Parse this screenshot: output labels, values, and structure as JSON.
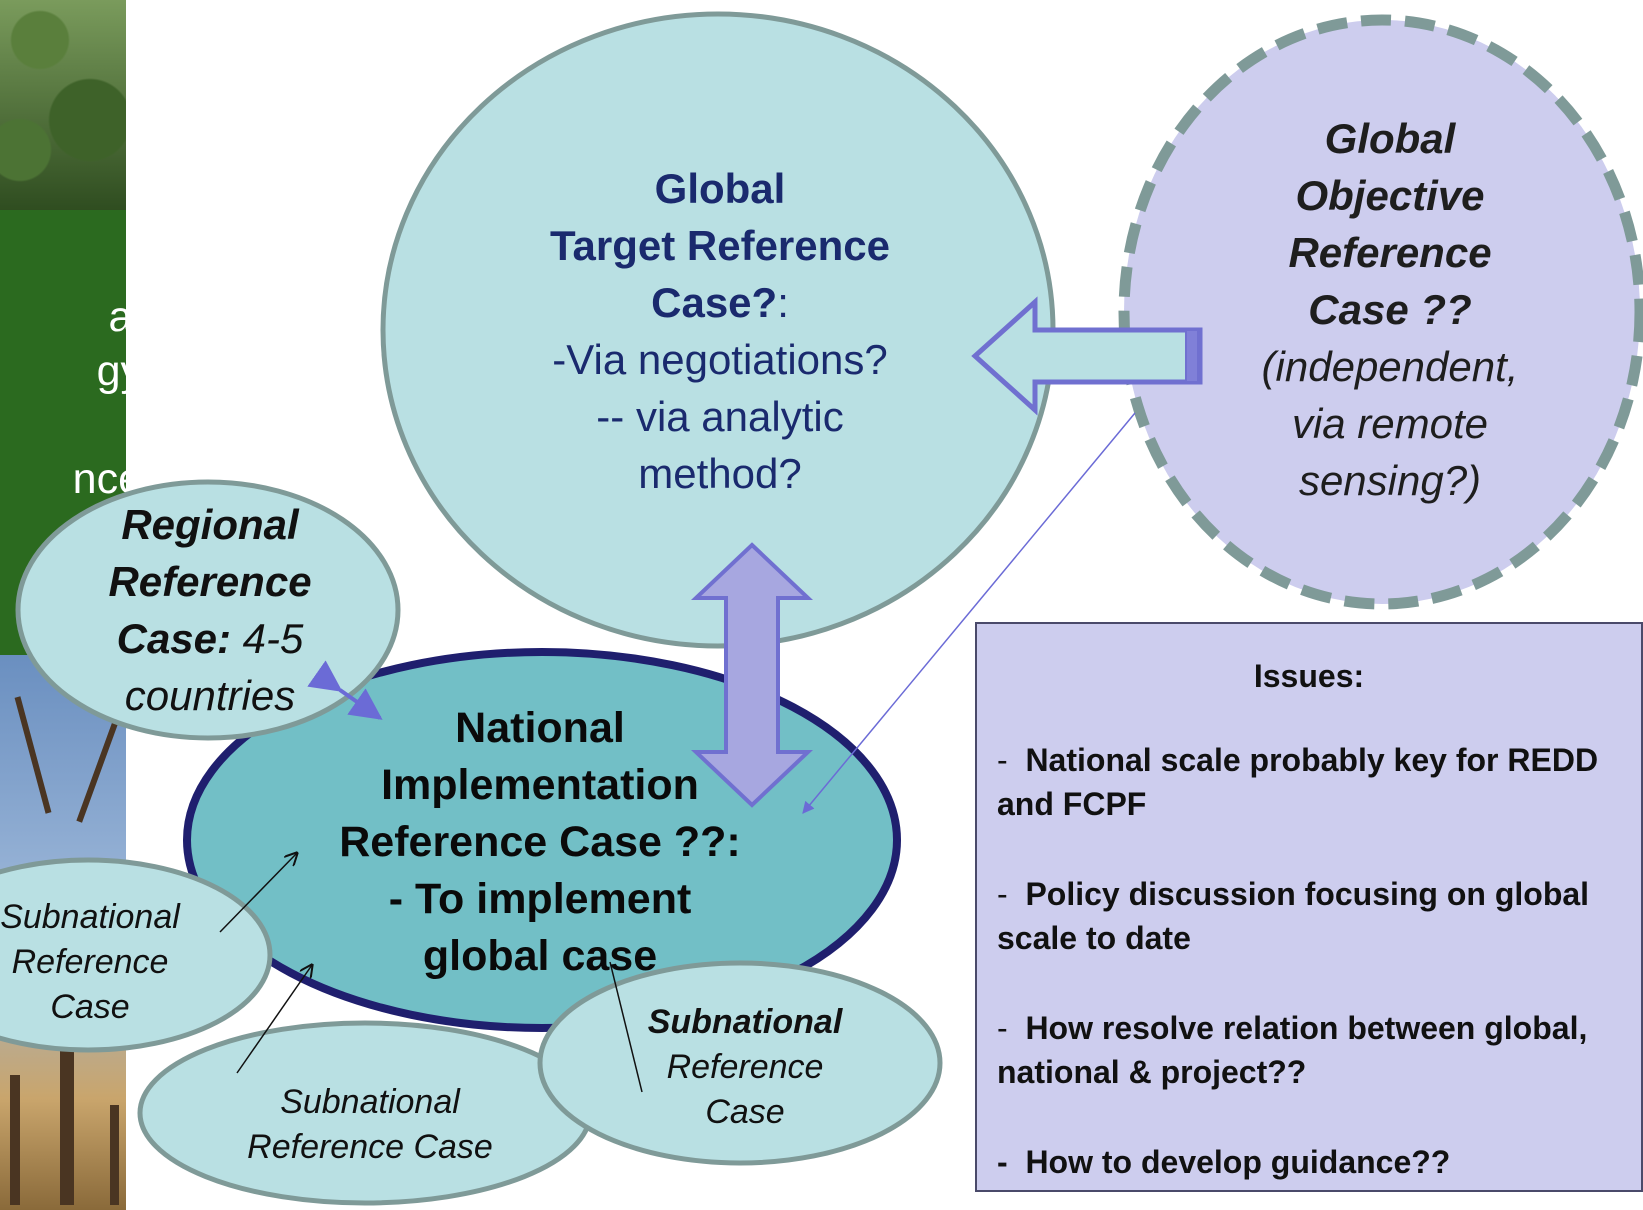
{
  "left_panel": {
    "lines": [
      "al",
      "gy",
      "",
      "nce",
      "?"
    ]
  },
  "bubbles": {
    "global_target": {
      "title_l1": "Global",
      "title_l2": "Target Reference",
      "title_l3": "Case?",
      "colon": ":",
      "line4": "-Via negotiations?",
      "line5": "-- via analytic",
      "line6": "method?"
    },
    "global_objective": {
      "l1": "Global",
      "l2": "Objective",
      "l3": "Reference",
      "l4": "Case ??",
      "l5": "(independent,",
      "l6": "via remote",
      "l7": "sensing?)"
    },
    "regional": {
      "l1": "Regional",
      "l2": "Reference",
      "l3_bold": "Case:",
      "l3_rest": " 4-5",
      "l4": "countries"
    },
    "national": {
      "l1": "National",
      "l2": "Implementation",
      "l3": "Reference Case ??:",
      "l4": "- To implement",
      "l5": "global case"
    },
    "subnational_left": {
      "l1": "Subnational",
      "l2": "Reference",
      "l3": "Case"
    },
    "subnational_bottom": {
      "l1": "Subnational",
      "l2": "Reference Case"
    },
    "subnational_right": {
      "l1": "Subnational",
      "l2": "Reference",
      "l3": "Case"
    }
  },
  "issues": {
    "title": "Issues:",
    "items": [
      {
        "dash": "-",
        "text": "National scale probably key for REDD and FCPF"
      },
      {
        "dash": "-",
        "text": "Policy discussion focusing on global scale to date"
      },
      {
        "dash": "-",
        "text": "How resolve relation between global, national & project??"
      },
      {
        "dash": "-",
        "text": "How to develop guidance??"
      }
    ]
  },
  "colors": {
    "light_teal": "#b9e0e3",
    "national_fill": "#72bfc6",
    "national_border": "#1f1f6e",
    "lavender": "#cdcdee",
    "arrow_fill": "#a7a7e0",
    "arrow_stroke": "#7070d0",
    "dash_border": "#7f9a98"
  }
}
